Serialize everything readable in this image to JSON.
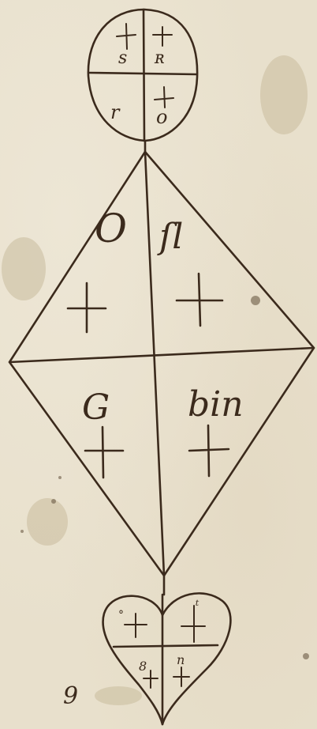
{
  "top_oval": {
    "cells": [
      {
        "letter": "s"
      },
      {
        "letter": "ʀ"
      },
      {
        "letter": "r"
      },
      {
        "letter": "o"
      }
    ]
  },
  "diamond": {
    "cells": [
      {
        "letter": "O"
      },
      {
        "letter": "ſl"
      },
      {
        "letter": "G"
      },
      {
        "letter": "bin"
      }
    ]
  },
  "heart": {
    "cells": [
      {
        "letter": "°"
      },
      {
        "letter": "ᵗ"
      },
      {
        "letter": "8"
      },
      {
        "letter": "n"
      }
    ]
  },
  "margin_note": "9",
  "ink_color": "#3b2a1c",
  "paper_color": "#e8e0cc"
}
